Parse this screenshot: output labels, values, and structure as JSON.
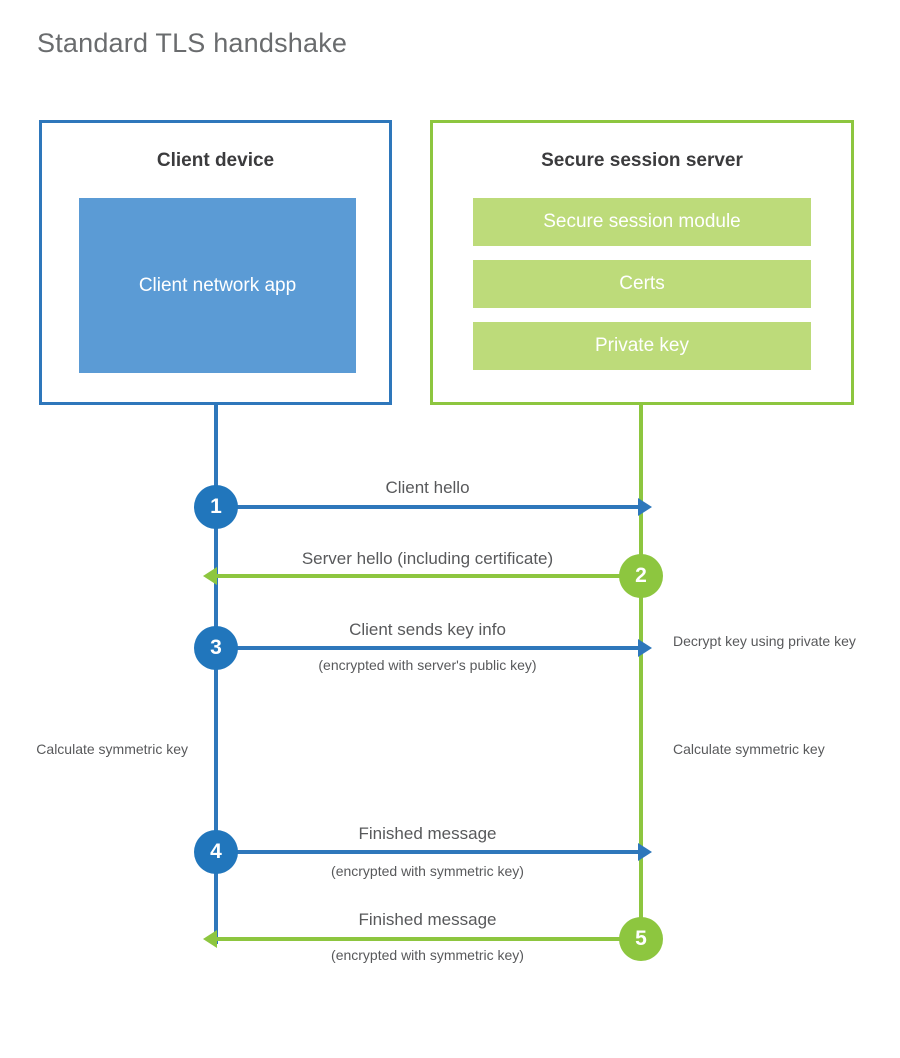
{
  "title": "Standard TLS handshake",
  "colors": {
    "client_accent": "#2e77bb",
    "client_circle": "#2176bc",
    "client_app_fill": "#5b9bd5",
    "server_accent": "#8dc63f",
    "server_block_fill": "#bddb7a",
    "text": "#58595b",
    "heading": "#3b3b3d",
    "background": "#ffffff"
  },
  "participants": {
    "client": {
      "title": "Client device",
      "blocks": [
        {
          "label": "Client network app"
        }
      ]
    },
    "server": {
      "title": "Secure session server",
      "blocks": [
        {
          "label": "Secure session module"
        },
        {
          "label": "Certs"
        },
        {
          "label": "Private key"
        }
      ]
    }
  },
  "steps": [
    {
      "number": "1",
      "label": "Client hello",
      "sublabel": "",
      "direction": "client-to-server",
      "color": "blue"
    },
    {
      "number": "2",
      "label": "Server hello (including certificate)",
      "sublabel": "",
      "direction": "server-to-client",
      "color": "green"
    },
    {
      "number": "3",
      "label": "Client sends key info",
      "sublabel": "(encrypted with server's public key)",
      "direction": "client-to-server",
      "color": "blue"
    },
    {
      "number": "4",
      "label": "Finished message",
      "sublabel": "(encrypted with symmetric key)",
      "direction": "client-to-server",
      "color": "blue"
    },
    {
      "number": "5",
      "label": "Finished message",
      "sublabel": "(encrypted with symmetric key)",
      "direction": "server-to-client",
      "color": "green"
    }
  ],
  "annotations": {
    "decrypt_key": "Decrypt key using private key",
    "client_calculate": "Calculate symmetric key",
    "server_calculate": "Calculate symmetric key"
  }
}
